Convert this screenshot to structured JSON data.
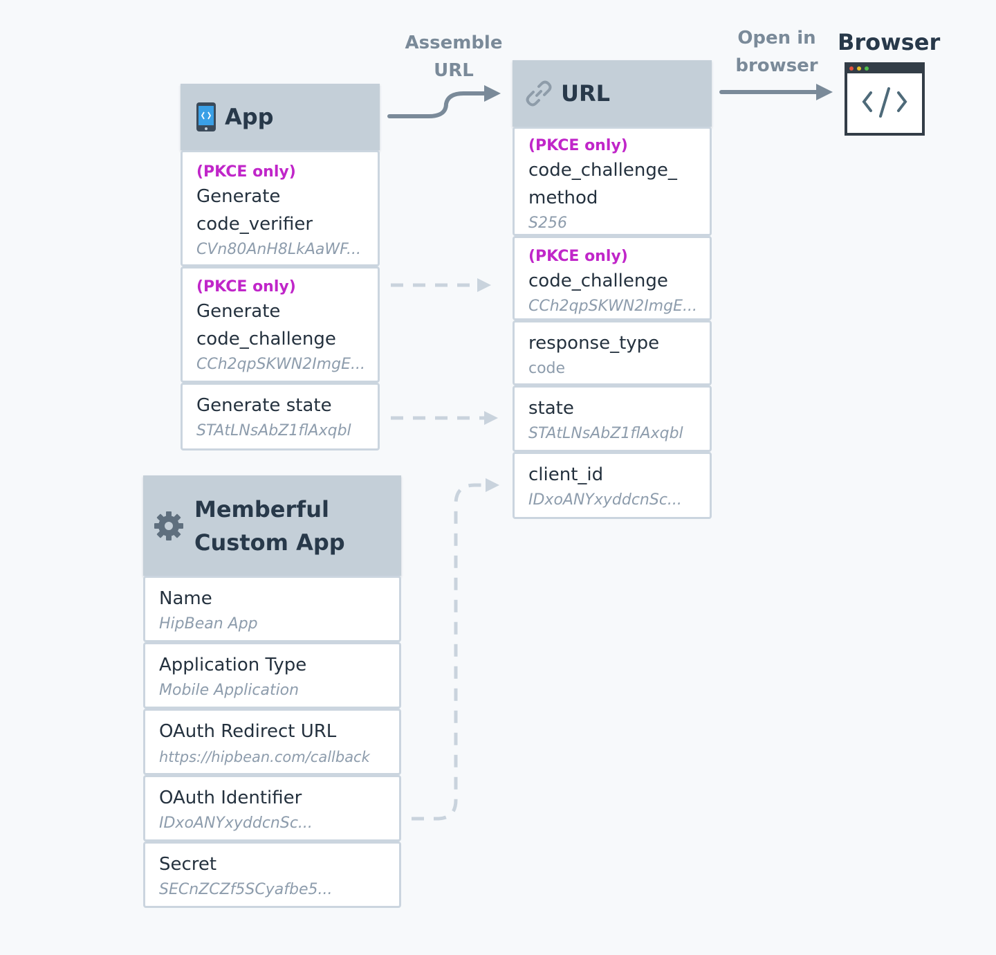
{
  "app": {
    "title": "App",
    "icon": "mobile-app-icon",
    "rows": [
      {
        "pkce": "(PKCE only)",
        "label": "Generate",
        "label2": "code_verifier",
        "value": "CVn80AnH8LkAaWF..."
      },
      {
        "pkce": "(PKCE only)",
        "label": "Generate",
        "label2": "code_challenge",
        "value": "CCh2qpSKWN2ImgE..."
      },
      {
        "label": "Generate state",
        "value": "STAtLNsAbZ1flAxqbl"
      }
    ]
  },
  "url": {
    "title": "URL",
    "icon": "link-icon",
    "rows": [
      {
        "pkce": "(PKCE only)",
        "label": "code_challenge_",
        "label2": "method",
        "value": "S256"
      },
      {
        "pkce": "(PKCE only)",
        "label": "code_challenge",
        "value": "CCh2qpSKWN2ImgE..."
      },
      {
        "label": "response_type",
        "value": "code"
      },
      {
        "label": "state",
        "value": "STAtLNsAbZ1flAxqbl"
      },
      {
        "label": "client_id",
        "value": "IDxoANYxyddcnSc..."
      }
    ]
  },
  "memberful": {
    "title_line1": "Memberful",
    "title_line2": "Custom App",
    "icon": "gear-icon",
    "rows": [
      {
        "label": "Name",
        "value": "HipBean App"
      },
      {
        "label": "Application Type",
        "value": "Mobile Application"
      },
      {
        "label": "OAuth Redirect URL",
        "value": "https://hipbean.com/callback"
      },
      {
        "label": "OAuth Identifier",
        "value": "IDxoANYxyddcnSc..."
      },
      {
        "label": "Secret",
        "value": "SECnZCZf5SCyafbe5..."
      }
    ]
  },
  "edges": {
    "assemble_line1": "Assemble",
    "assemble_line2": "URL",
    "open_line1": "Open in",
    "open_line2": "browser"
  },
  "browser": {
    "title": "Browser",
    "icon": "browser-code-icon"
  },
  "colors": {
    "background": "#f7f9fb",
    "header": "#c4cfd8",
    "row_border": "#cbd5df",
    "pkce": "#c026c9",
    "value": "#8d9cac",
    "solid_arrow": "#7a8a99",
    "dashed_arrow": "#c9d3dd",
    "app_icon_screen": "#3aa0e6",
    "browser_dots": [
      "#e5533d",
      "#e6c02a",
      "#4fbf4a"
    ]
  }
}
